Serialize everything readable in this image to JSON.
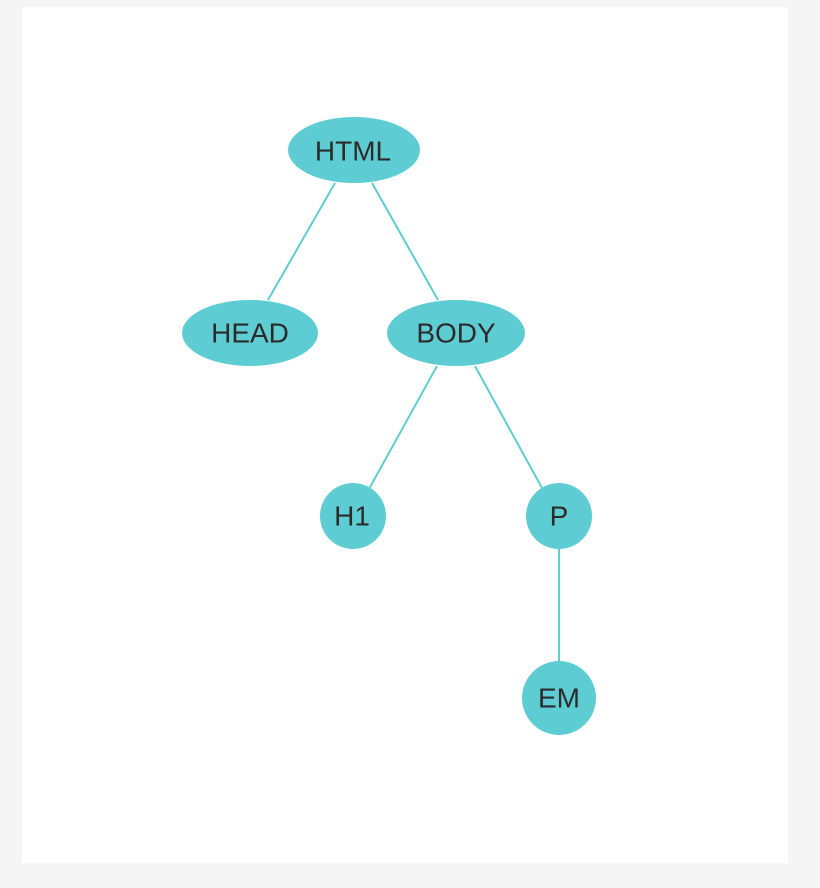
{
  "tree": {
    "accent_color": "#5ecdd3",
    "text_color": "#2b2b2b",
    "nodes": [
      {
        "id": "html",
        "label": "HTML"
      },
      {
        "id": "head",
        "label": "HEAD"
      },
      {
        "id": "body",
        "label": "BODY"
      },
      {
        "id": "h1",
        "label": "H1"
      },
      {
        "id": "p",
        "label": "P"
      },
      {
        "id": "em",
        "label": "EM"
      }
    ],
    "edges": [
      {
        "from": "html",
        "to": "head"
      },
      {
        "from": "html",
        "to": "body"
      },
      {
        "from": "body",
        "to": "h1"
      },
      {
        "from": "body",
        "to": "p"
      },
      {
        "from": "p",
        "to": "em"
      }
    ]
  }
}
